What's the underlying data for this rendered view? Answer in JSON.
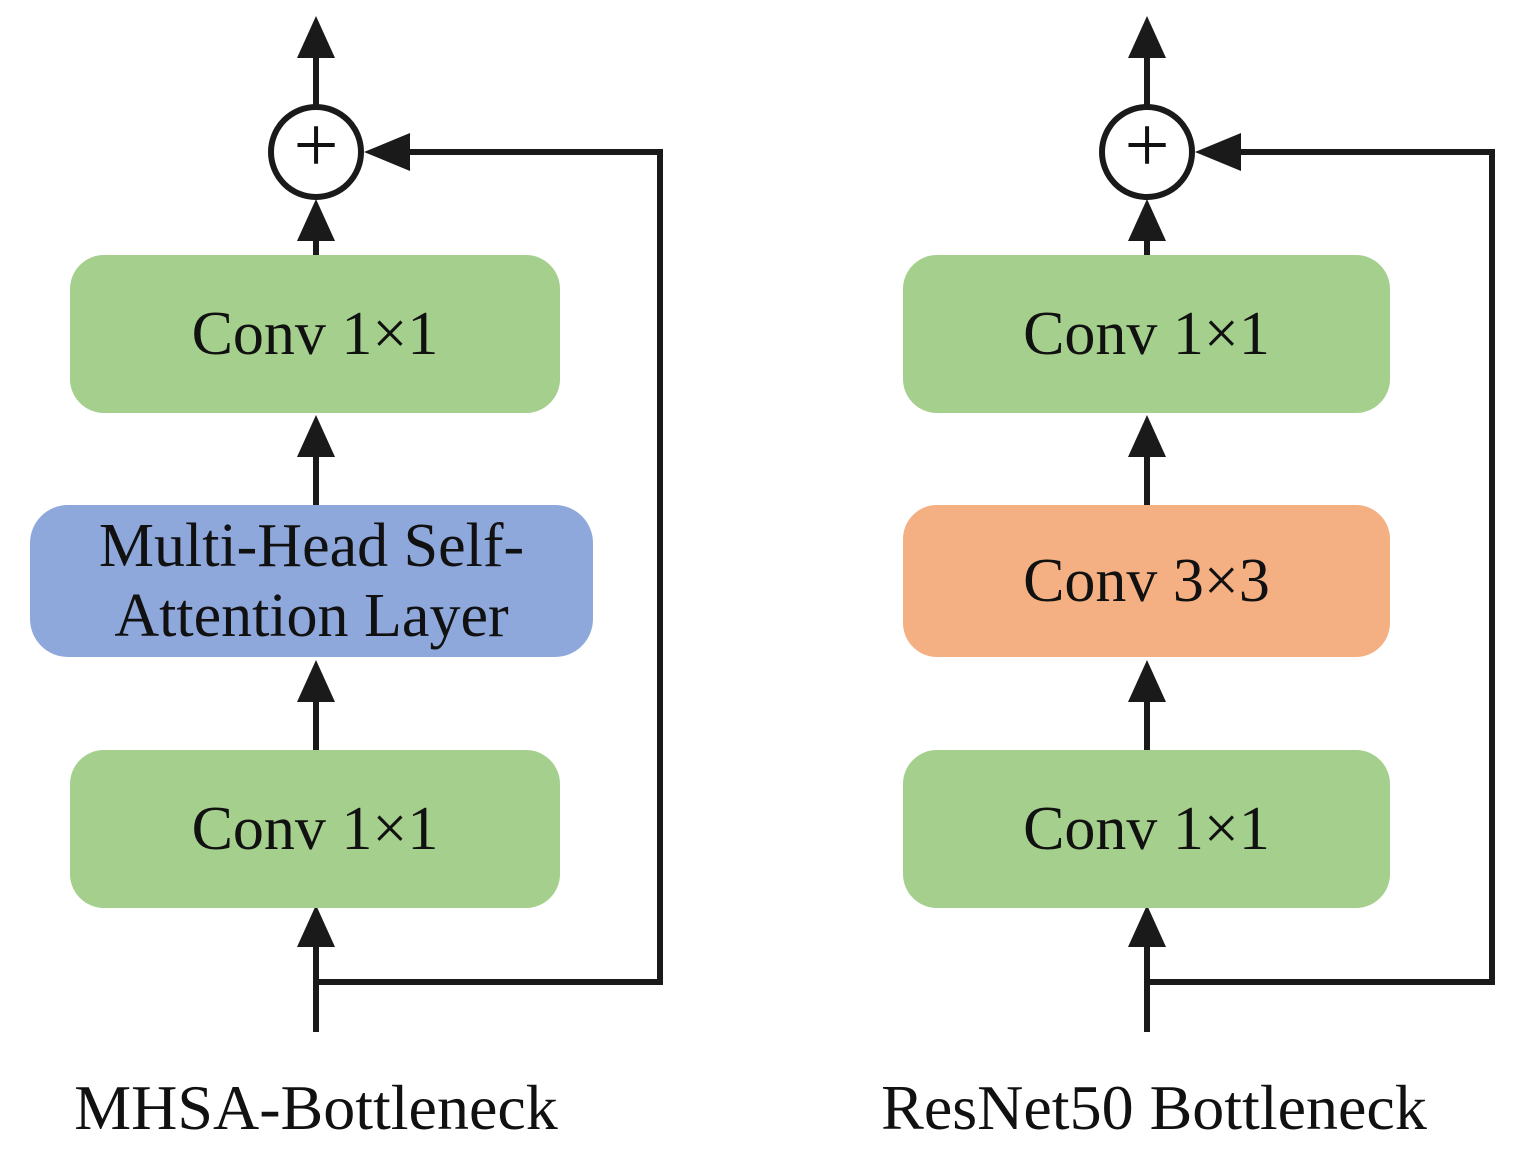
{
  "left_diagram": {
    "caption": "MHSA-Bottleneck",
    "sum_symbol": "+",
    "blocks": [
      {
        "label": "Conv 1×1",
        "type": "conv",
        "color": "#A5CF8C"
      },
      {
        "label": "Multi-Head Self-Attention Layer",
        "lines": [
          "Multi-Head Self-",
          "Attention Layer"
        ],
        "type": "attention",
        "color": "#8FA8DB"
      },
      {
        "label": "Conv 1×1",
        "type": "conv",
        "color": "#A5CF8C"
      }
    ]
  },
  "right_diagram": {
    "caption": "ResNet50 Bottleneck",
    "sum_symbol": "+",
    "blocks": [
      {
        "label": "Conv 1×1",
        "type": "conv",
        "color": "#A5CF8C"
      },
      {
        "label": "Conv 3×3",
        "type": "conv",
        "color": "#F4B083"
      },
      {
        "label": "Conv 1×1",
        "type": "conv",
        "color": "#A5CF8C"
      }
    ]
  },
  "colors": {
    "green": "#A5CF8C",
    "blue": "#8FA8DB",
    "orange": "#F4B083",
    "line": "#1A1A1A",
    "background": "#FFFFFF"
  }
}
